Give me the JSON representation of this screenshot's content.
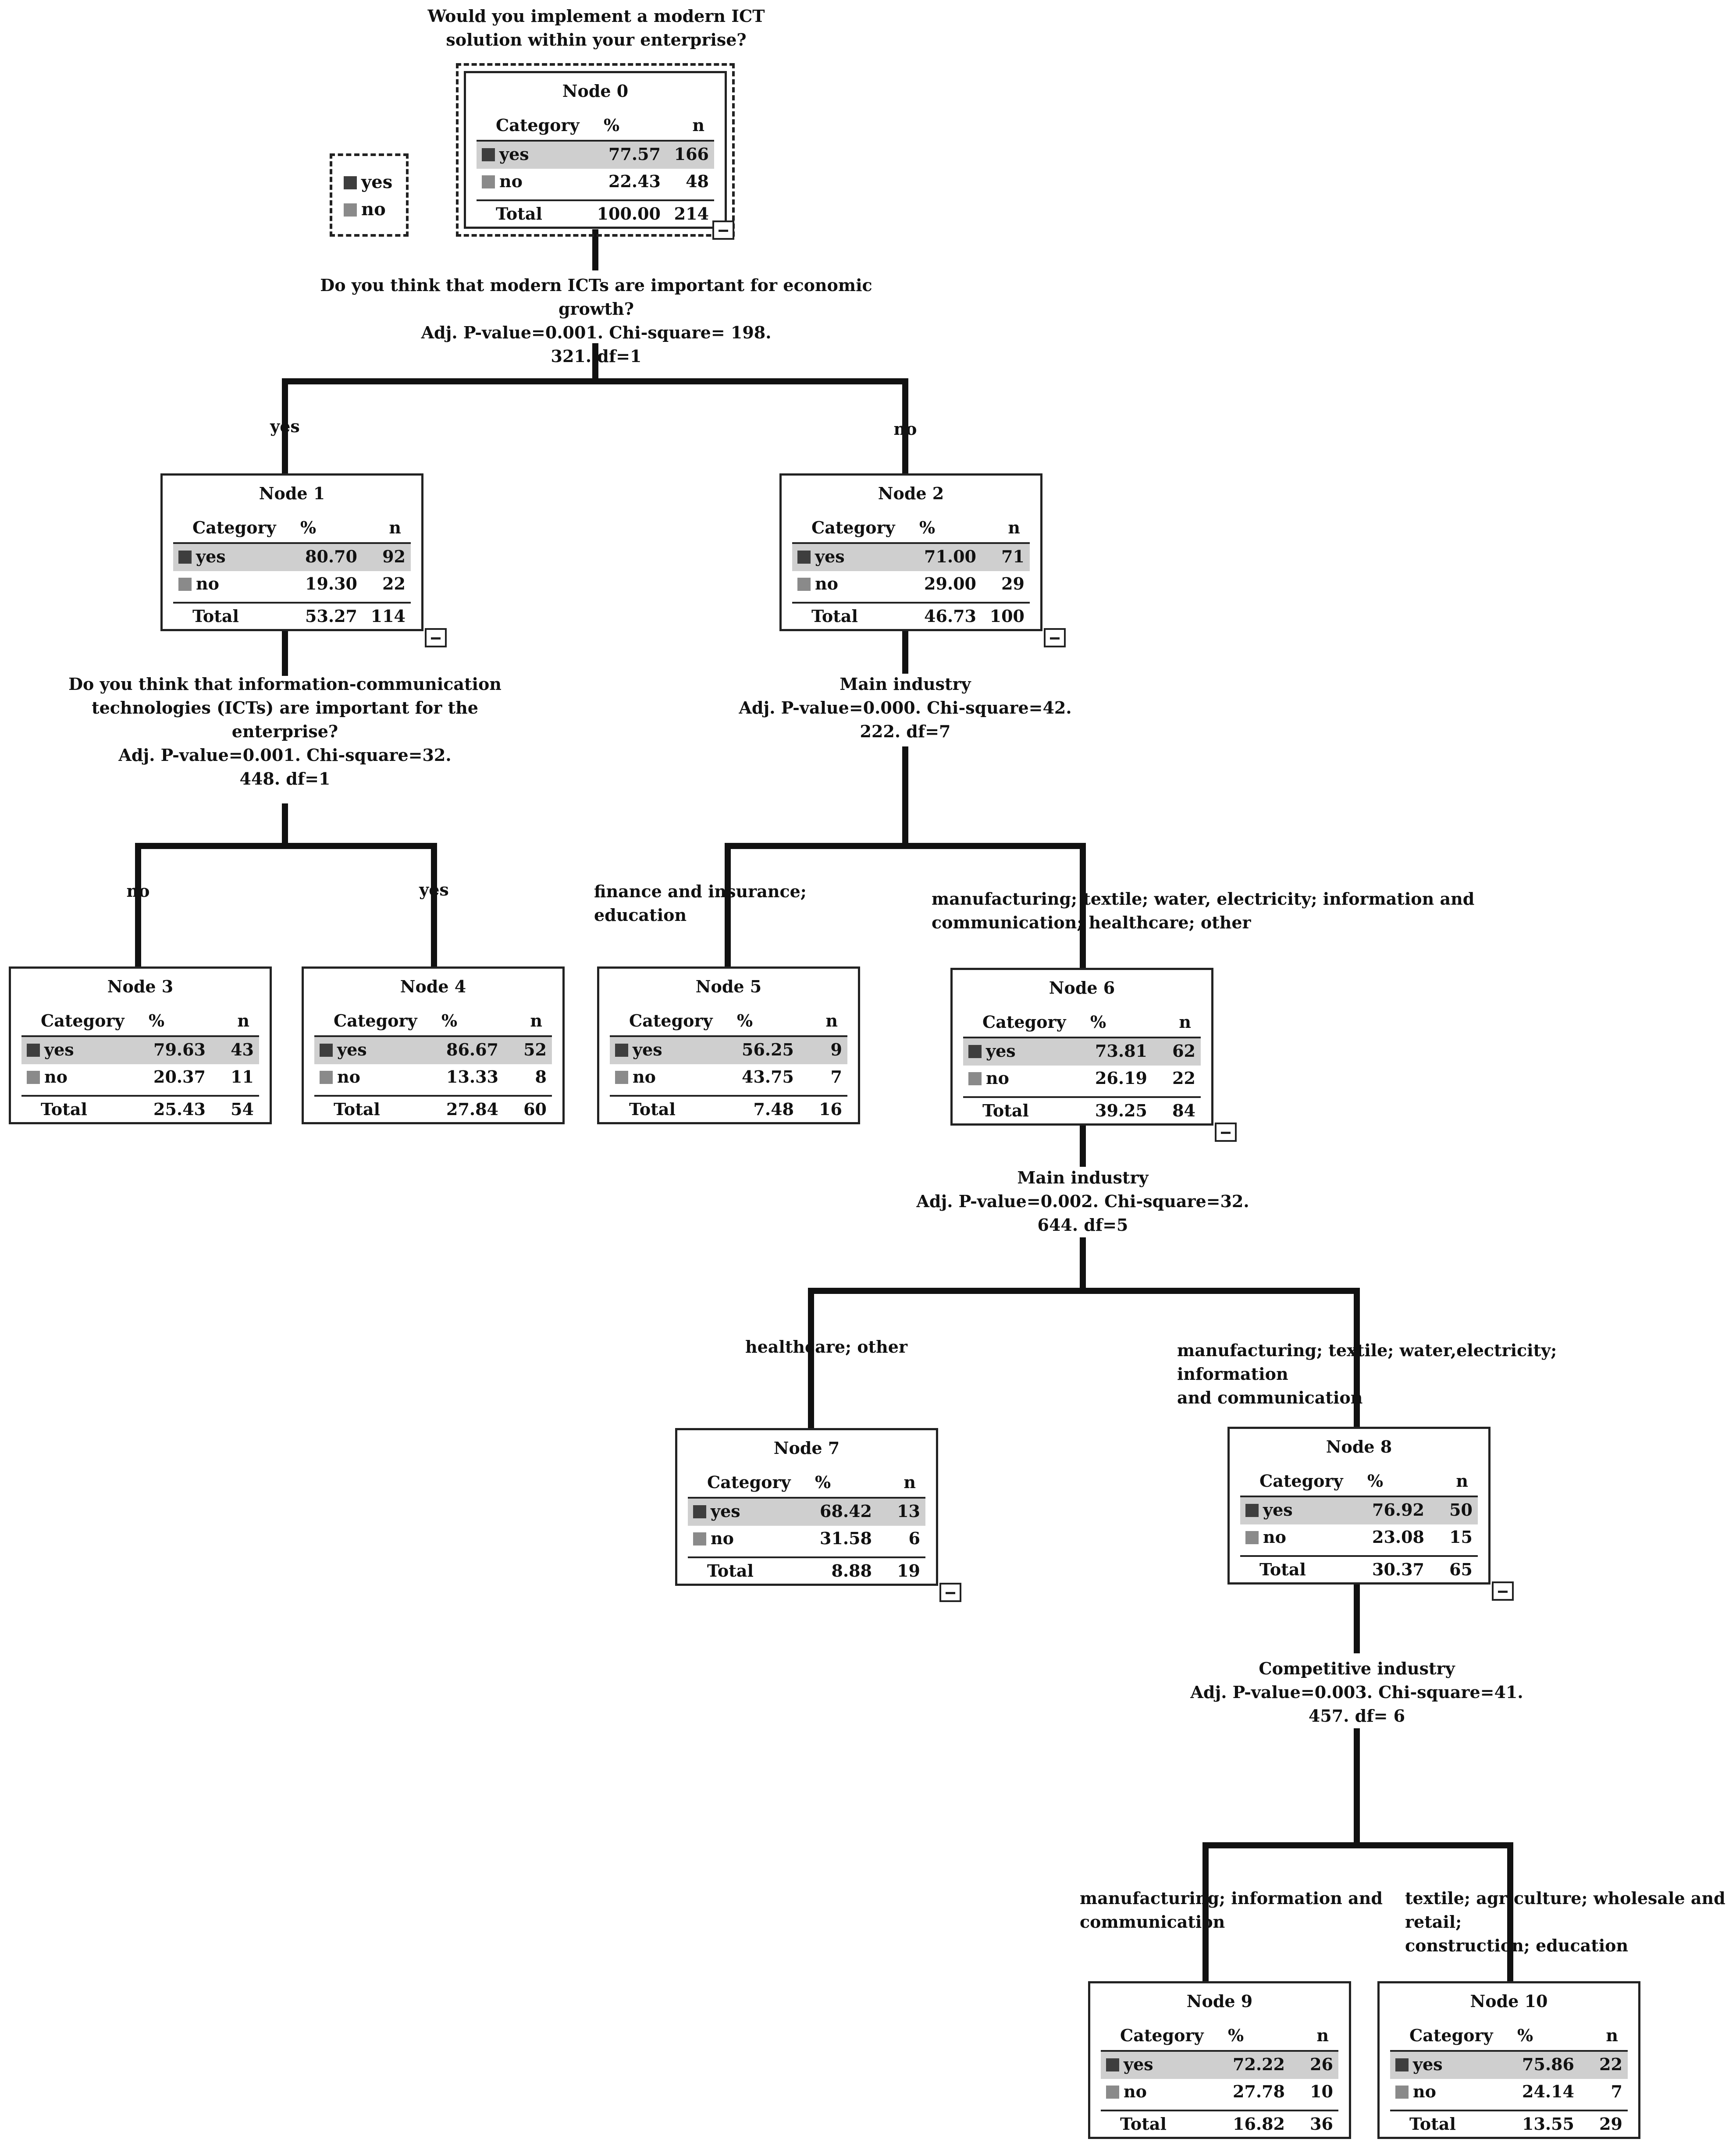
{
  "legend": {
    "yes": "yes",
    "no": "no"
  },
  "table_headers": {
    "category": "Category",
    "percent": "%",
    "n": "n",
    "total": "Total"
  },
  "title": "Would you implement a modern ICT\nsolution within your enterprise?",
  "split_texts": [
    "Do you think that modern ICTs are important for economic growth?\nAdj. P-value=0.001. Chi-square= 198.\n321. df=1",
    "Do you think that information-communication\ntechnologies (ICTs) are important for the\nenterprise?\nAdj. P-value=0.001. Chi-square=32.\n448. df=1",
    "Main industry\nAdj. P-value=0.000. Chi-square=42.\n222. df=7",
    "Main industry\nAdj. P-value=0.002. Chi-square=32.\n644. df=5",
    "Competitive industry\nAdj. P-value=0.003. Chi-square=41.\n457. df= 6"
  ],
  "branch_labels": [
    "yes",
    "no",
    "no",
    "yes",
    "finance and insurance; education",
    "manufacturing; textile; water, electricity; information and\ncommunication; healthcare; other",
    "healthcare; other",
    "manufacturing; textile; water,electricity; information\nand communication",
    "manufacturing; information and\ncommunication",
    "textile; agriculture; wholesale and retail;\nconstruction; education"
  ],
  "nodes": [
    {
      "name": "Node 0",
      "yes_pct": "77.57",
      "yes_n": "166",
      "no_pct": "22.43",
      "no_n": "48",
      "total_pct": "100.00",
      "total_n": "214"
    },
    {
      "name": "Node 1",
      "yes_pct": "80.70",
      "yes_n": "92",
      "no_pct": "19.30",
      "no_n": "22",
      "total_pct": "53.27",
      "total_n": "114"
    },
    {
      "name": "Node 2",
      "yes_pct": "71.00",
      "yes_n": "71",
      "no_pct": "29.00",
      "no_n": "29",
      "total_pct": "46.73",
      "total_n": "100"
    },
    {
      "name": "Node 3",
      "yes_pct": "79.63",
      "yes_n": "43",
      "no_pct": "20.37",
      "no_n": "11",
      "total_pct": "25.43",
      "total_n": "54"
    },
    {
      "name": "Node 4",
      "yes_pct": "86.67",
      "yes_n": "52",
      "no_pct": "13.33",
      "no_n": "8",
      "total_pct": "27.84",
      "total_n": "60"
    },
    {
      "name": "Node 5",
      "yes_pct": "56.25",
      "yes_n": "9",
      "no_pct": "43.75",
      "no_n": "7",
      "total_pct": "7.48",
      "total_n": "16"
    },
    {
      "name": "Node 6",
      "yes_pct": "73.81",
      "yes_n": "62",
      "no_pct": "26.19",
      "no_n": "22",
      "total_pct": "39.25",
      "total_n": "84"
    },
    {
      "name": "Node 7",
      "yes_pct": "68.42",
      "yes_n": "13",
      "no_pct": "31.58",
      "no_n": "6",
      "total_pct": "8.88",
      "total_n": "19"
    },
    {
      "name": "Node 8",
      "yes_pct": "76.92",
      "yes_n": "50",
      "no_pct": "23.08",
      "no_n": "15",
      "total_pct": "30.37",
      "total_n": "65"
    },
    {
      "name": "Node 9",
      "yes_pct": "72.22",
      "yes_n": "26",
      "no_pct": "27.78",
      "no_n": "10",
      "total_pct": "16.82",
      "total_n": "36"
    },
    {
      "name": "Node 10",
      "yes_pct": "75.86",
      "yes_n": "22",
      "no_pct": "24.14",
      "no_n": "7",
      "total_pct": "13.55",
      "total_n": "29"
    }
  ]
}
